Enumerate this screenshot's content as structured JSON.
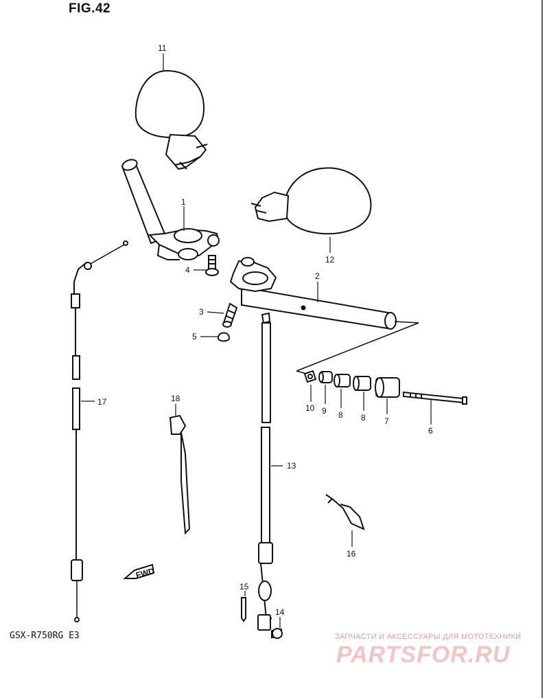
{
  "figure": {
    "title": "FIG.42",
    "model": "GSX-R750RG  E3"
  },
  "watermark": {
    "top_text": "ЗАПЧАСТИ И АКСЕССУАРЫ ДЛЯ МОТОТЕХНИКИ",
    "brand": "PARTSFOR.RU"
  },
  "fwd_label": "FWD",
  "callouts": [
    {
      "id": "c11",
      "label": "11"
    },
    {
      "id": "c1",
      "label": "1"
    },
    {
      "id": "c12",
      "label": "12"
    },
    {
      "id": "c2",
      "label": "2"
    },
    {
      "id": "c4",
      "label": "4"
    },
    {
      "id": "c3",
      "label": "3"
    },
    {
      "id": "c5",
      "label": "5"
    },
    {
      "id": "c17",
      "label": "17"
    },
    {
      "id": "c18",
      "label": "18"
    },
    {
      "id": "c13",
      "label": "13"
    },
    {
      "id": "c10",
      "label": "10"
    },
    {
      "id": "c9",
      "label": "9"
    },
    {
      "id": "c8a",
      "label": "8"
    },
    {
      "id": "c8b",
      "label": "8"
    },
    {
      "id": "c7",
      "label": "7"
    },
    {
      "id": "c6",
      "label": "6"
    },
    {
      "id": "c16",
      "label": "16"
    },
    {
      "id": "c15",
      "label": "15"
    },
    {
      "id": "c14",
      "label": "14"
    }
  ]
}
